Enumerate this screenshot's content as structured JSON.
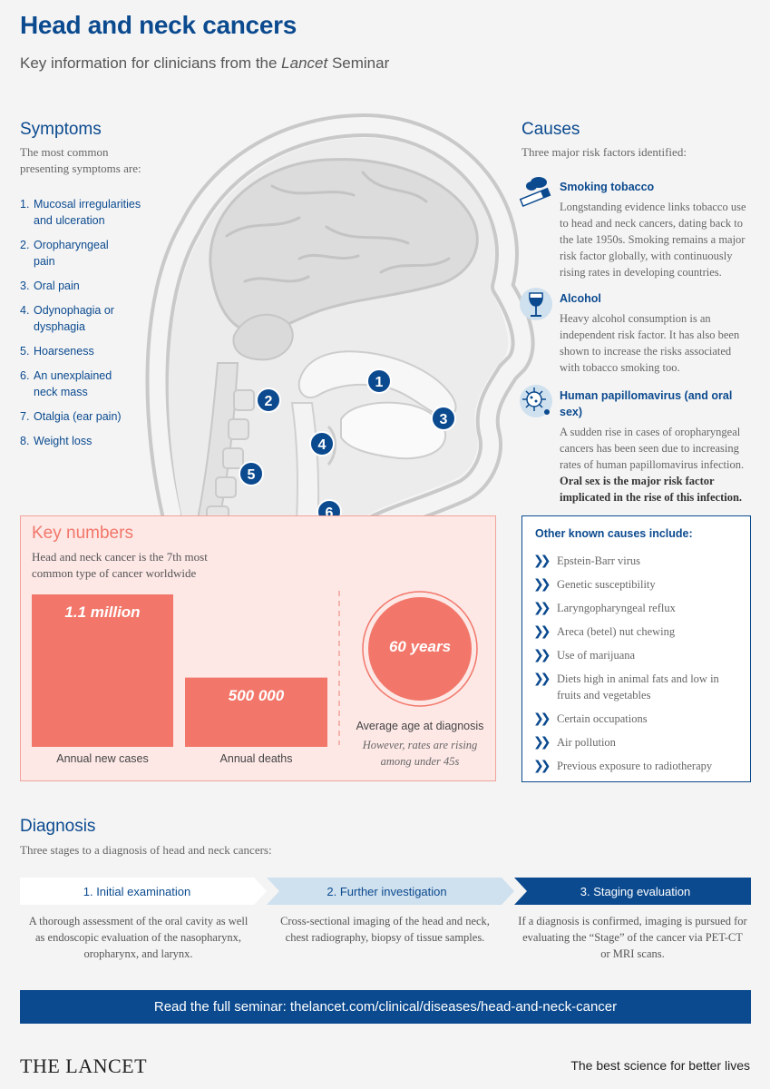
{
  "header": {
    "title": "Head and neck cancers",
    "subtitle_pre": "Key information for clinicians from the ",
    "subtitle_em": "Lancet",
    "subtitle_post": " Seminar"
  },
  "symptoms": {
    "title": "Symptoms",
    "desc": "The most common presenting symptoms are:",
    "items": [
      {
        "num": "1.",
        "label": "Mucosal irregularities and ulceration"
      },
      {
        "num": "2.",
        "label": "Oropharyngeal pain"
      },
      {
        "num": "3.",
        "label": "Oral pain"
      },
      {
        "num": "4.",
        "label": "Odynophagia or dysphagia"
      },
      {
        "num": "5.",
        "label": "Hoarseness"
      },
      {
        "num": "6.",
        "label": "An unexplained neck mass"
      },
      {
        "num": "7.",
        "label": "Otalgia (ear pain)"
      },
      {
        "num": "8.",
        "label": "Weight loss"
      }
    ]
  },
  "diagram": {
    "markers": [
      "1",
      "2",
      "3",
      "4",
      "5",
      "6"
    ]
  },
  "causes": {
    "title": "Causes",
    "desc": "Three major risk factors identified:",
    "items": [
      {
        "icon": "cigarette-icon",
        "title": "Smoking tobacco",
        "text": "Longstanding evidence links tobacco use to head and neck cancers, dating back to the late 1950s. Smoking remains a major risk factor globally, with continuously rising rates in developing countries."
      },
      {
        "icon": "wine-glass-icon",
        "title": "Alcohol",
        "text": "Heavy alcohol consumption is an independent risk factor. It has also been shown to increase the risks associated with tobacco smoking too."
      },
      {
        "icon": "virus-icon",
        "title": "Human papillomavirus (and oral sex)",
        "text": "A sudden rise in cases of oropharyngeal cancers has been seen due to increasing rates of human papillomavirus infection.",
        "text_bold": "Oral sex is the major risk factor implicated in the rise of this infection."
      }
    ]
  },
  "key_numbers": {
    "title": "Key numbers",
    "desc": "Head and neck cancer is the 7th most common type of cancer worldwide",
    "new_cases": {
      "value": "1.1 million",
      "label": "Annual new cases"
    },
    "deaths": {
      "value": "500 000",
      "label": "Annual deaths"
    },
    "age": {
      "value": "60 years",
      "label": "Average age at diagnosis",
      "note": "However, rates are rising among under 45s"
    }
  },
  "chart_data": {
    "type": "bar",
    "categories": [
      "Annual new cases",
      "Annual deaths"
    ],
    "values": [
      1100000,
      500000
    ]
  },
  "other_causes": {
    "title": "Other known causes include:",
    "items": [
      "Epstein-Barr virus",
      "Genetic susceptibility",
      "Laryngopharyngeal reflux",
      "Areca (betel) nut chewing",
      "Use of marijuana",
      "Diets high in animal fats and low in fruits and vegetables",
      "Certain occupations",
      "Air pollution",
      "Previous exposure to radiotherapy"
    ]
  },
  "diagnosis": {
    "title": "Diagnosis",
    "desc": "Three stages to a diagnosis of head and neck cancers:",
    "stages": [
      {
        "label": "1. Initial examination",
        "desc": "A thorough assessment of the oral cavity as well as endoscopic evaluation of the nasopharynx, oropharynx, and larynx."
      },
      {
        "label": "2. Further investigation",
        "desc": "Cross-sectional imaging of the head and neck, chest radiography, biopsy of tissue samples."
      },
      {
        "label": "3. Staging evaluation",
        "desc": "If a diagnosis is confirmed, imaging is pursued for evaluating the “Stage” of the cancer via PET-CT or MRI scans."
      }
    ]
  },
  "footer": {
    "link_text": "Read the full seminar: thelancet.com/clinical/diseases/head-and-neck-cancer",
    "brand": "THE LANCET",
    "tagline": "The best science for better lives"
  },
  "colors": {
    "brand_blue": "#0b4a8f",
    "salmon": "#f2776a",
    "pink_bg": "#fde8e6",
    "light_blue": "#cfe0ee"
  }
}
